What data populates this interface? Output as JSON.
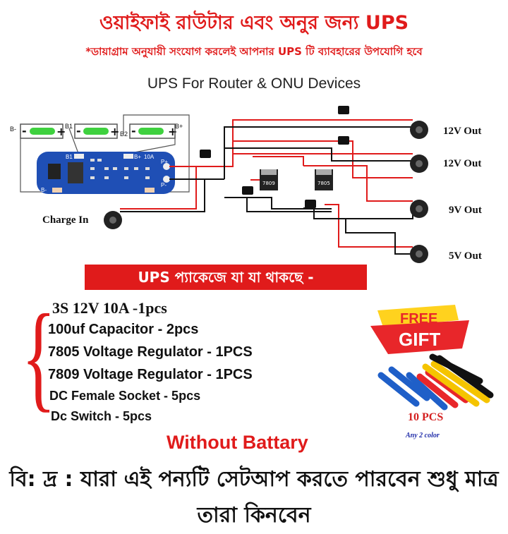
{
  "header": {
    "title": "ওয়াইফাই রাউটার এবং অনুর জন্য UPS",
    "subtitle": "*ডায়াগ্রাম অনুযায়ী সংযোগ করলেই আপনার UPS টি ব্যাবহারের উপযোগি হবে"
  },
  "diagram": {
    "title": "UPS For Router & ONU Devices",
    "battery_labels": [
      "B-",
      "B1",
      "B2",
      "B+"
    ],
    "board_labels": {
      "b1": "B1",
      "bplus": "B+",
      "rating": "10A",
      "pplus": "P+",
      "pminus": "P-",
      "bminus": "B-"
    },
    "regulators": [
      "7809",
      "7805"
    ],
    "charge_label": "Charge In",
    "outputs": [
      "12V Out",
      "12V Out",
      "9V Out",
      "5V Out"
    ],
    "colors": {
      "positive_wire": "#e01b1b",
      "negative_wire": "#111111",
      "board": "#1f4fb5",
      "battery": "#3fd13f"
    }
  },
  "package": {
    "banner": "UPS প্যাকেজে যা যা থাকছে -",
    "items": [
      "3S 12V 10A -1pcs",
      "100uf Capacitor   - 2pcs",
      "7805 Voltage Regulator  -  1PCS",
      "7809 Voltage Regulator  - 1PCS",
      "DC Female Socket - 5pcs",
      "Dc Switch - 5pcs"
    ],
    "note": "Without Battary"
  },
  "gift": {
    "line1": "FREE",
    "line2": "GIFT",
    "count": "10 PCS",
    "color_note": "Any 2 color",
    "tube_colors": [
      "#1f5fc8",
      "#e8262a",
      "#f5c400",
      "#111111"
    ]
  },
  "footer": {
    "note": "বি: দ্র : যারা এই পন্যটি সেটআপ করতে পারবেন শুধু মাত্র তারা কিনবেন"
  }
}
